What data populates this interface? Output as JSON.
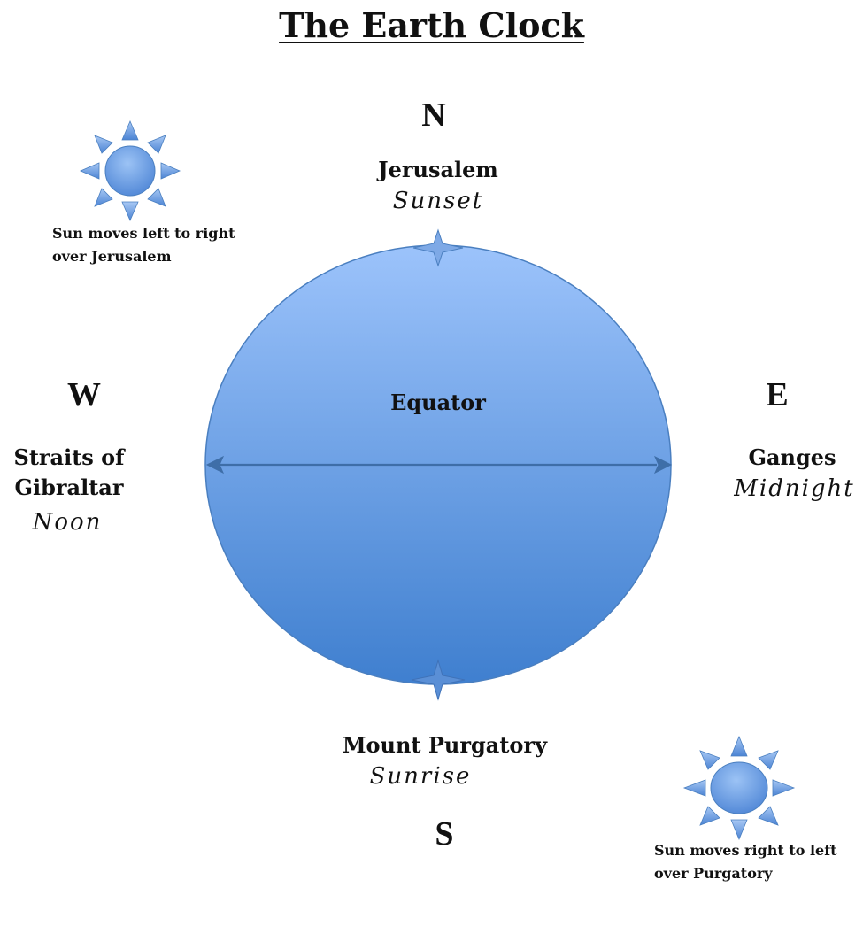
{
  "title": "The Earth Clock",
  "directions": {
    "north": "N",
    "south": "S",
    "west": "W",
    "east": "E"
  },
  "north_place": {
    "name": "Jerusalem",
    "time": "Sunset"
  },
  "south_place": {
    "name": "Mount Purgatory",
    "time": "Sunrise"
  },
  "west_place": {
    "name_line1": "Straits of",
    "name_line2": "Gibraltar",
    "time": "Noon"
  },
  "east_place": {
    "name": "Ganges",
    "time": "Midnight"
  },
  "equator_label": "Equator",
  "sun_notes": {
    "top_left": {
      "line1": "Sun moves left to right",
      "line2": "over Jerusalem"
    },
    "bottom_right": {
      "line1": "Sun moves right to left",
      "line2": "over Purgatory"
    }
  },
  "colors": {
    "globe_top": "#9cc3fb",
    "globe_bottom": "#3f7fcf",
    "globe_stroke": "#4a7fc0",
    "sun_fill": "#6fa0e6",
    "text": "#111111"
  },
  "icons": {
    "sun": "sun-icon",
    "star": "four-point-star-icon",
    "arrow": "double-arrow-icon"
  }
}
